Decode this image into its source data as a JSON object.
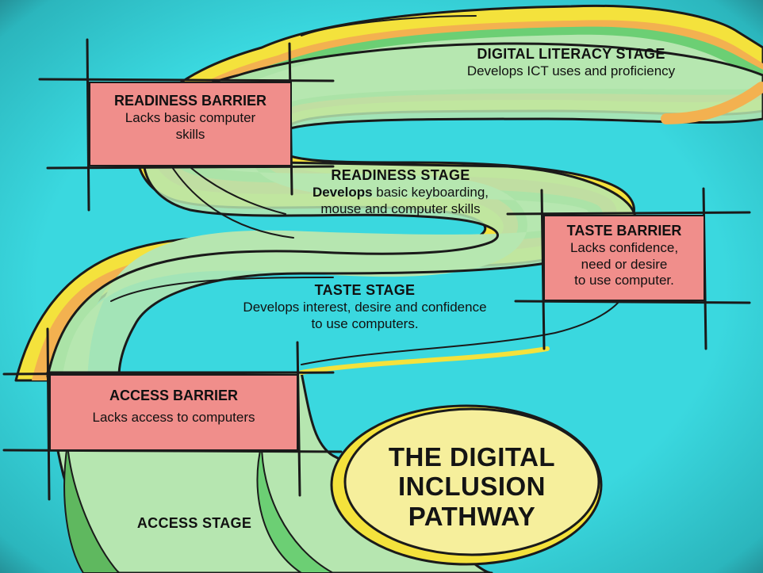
{
  "title": {
    "line1": "THE DIGITAL",
    "line2": "INCLUSION",
    "line3": "PATHWAY"
  },
  "stages": {
    "digital_literacy": {
      "title": "DIGITAL LITERACY STAGE",
      "desc": "Develops ICT uses and proficiency"
    },
    "readiness": {
      "title": "READINESS STAGE",
      "desc_bold": "Develops",
      "desc_line1_rest": " basic keyboarding,",
      "desc_line2": "mouse and computer skills"
    },
    "taste": {
      "title": "TASTE STAGE",
      "desc_line1": "Develops interest, desire and confidence",
      "desc_line2": "to use computers."
    },
    "access": {
      "title": "ACCESS STAGE"
    }
  },
  "barriers": {
    "readiness": {
      "title": "READINESS BARRIER",
      "desc_line1": "Lacks basic computer",
      "desc_line2": "skills"
    },
    "taste": {
      "title": "TASTE BARRIER",
      "desc_line1": "Lacks confidence,",
      "desc_line2": "need or desire",
      "desc_line3": "to use computer."
    },
    "access": {
      "title": "ACCESS BARRIER",
      "desc": "Lacks access to computers"
    }
  },
  "colors": {
    "background": "#35dbe0",
    "path_fill": "#b6e6b0",
    "path_edge_green": "#5fc96a",
    "path_edge_yellow": "#f4e23c",
    "path_edge_orange": "#f3b150",
    "barrier_fill": "#f08e8b",
    "oval_fill": "#f6ef9c"
  }
}
